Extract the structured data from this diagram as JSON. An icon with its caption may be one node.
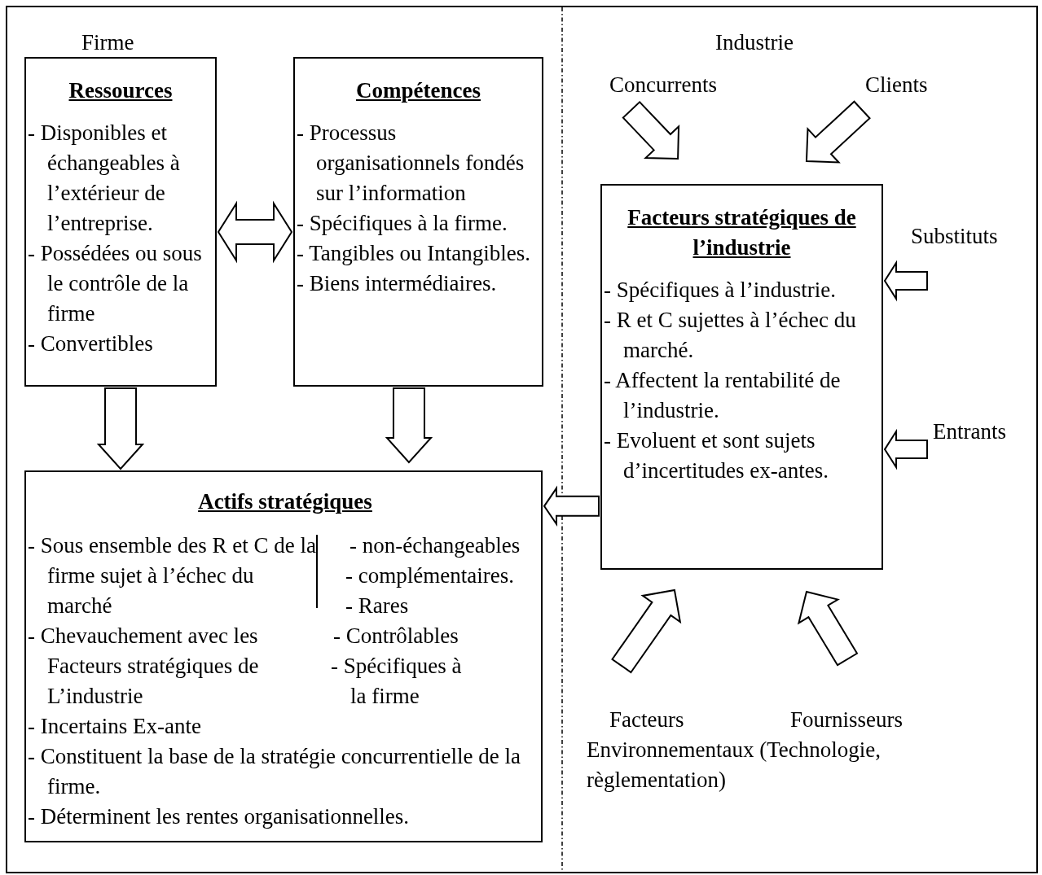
{
  "diagram": {
    "nodes": [
      {
        "text": [
          "Ressources",
          "- Disponibles et échangeables à l’extérieur de l’entreprise.",
          "- Possédées ou sous le contrôle de la firme",
          "- Convertibles"
        ]
      },
      {
        "text": [
          "Compétences",
          "- Processus organisationnels fondés sur l’information",
          "- Spécifiques à la firme.",
          "- Tangibles ou Intangibles.",
          "- Biens intermédiaires."
        ]
      },
      {
        "text": [
          "Actifs stratégiques",
          "- Sous ensemble des R et C de la firme sujet à l’échec du marché",
          "- Chevauchement avec les Facteurs stratégiques de L’industrie",
          "- Incertains Ex-ante",
          "- Constituent la base de la  stratégie concurrentielle  de la firme.",
          "- Déterminent les rentes organisationnelles.",
          "- non-échangeables",
          "- complémentaires.",
          "- Rares",
          "- Contrôlables",
          "- Spécifiques à la firme"
        ]
      },
      {
        "text": [
          "Facteurs stratégiques de l’industrie",
          "- Spécifiques à l’industrie.",
          "- R et C sujettes à l’échec du marché.",
          "- Affectent la rentabilité de l’industrie.",
          "- Evoluent et sont sujets d’incertitudes ex-antes."
        ]
      },
      {
        "text": [
          "Concurrents"
        ]
      },
      {
        "text": [
          "Clients"
        ]
      },
      {
        "text": [
          "Substituts"
        ]
      },
      {
        "text": [
          "Entrants"
        ]
      },
      {
        "text": [
          "Facteurs Environnementaux (Technologie, règlementation)"
        ]
      },
      {
        "text": [
          "Fournisseurs"
        ]
      }
    ],
    "edges": [
      {
        "from": 0,
        "to": 1,
        "arrow": "both"
      },
      {
        "from": 0,
        "to": 2,
        "arrow": "to"
      },
      {
        "from": 1,
        "to": 2,
        "arrow": "to"
      },
      {
        "from": 3,
        "to": 2,
        "arrow": "to"
      },
      {
        "from": 4,
        "to": 3,
        "arrow": "to"
      },
      {
        "from": 5,
        "to": 3,
        "arrow": "to"
      },
      {
        "from": 6,
        "to": 3,
        "arrow": "to"
      },
      {
        "from": 7,
        "to": 3,
        "arrow": "to"
      },
      {
        "from": 8,
        "to": 3,
        "arrow": "to"
      },
      {
        "from": 9,
        "to": 3,
        "arrow": "to"
      }
    ],
    "labels": [
      "Firme",
      "Industrie"
    ]
  }
}
